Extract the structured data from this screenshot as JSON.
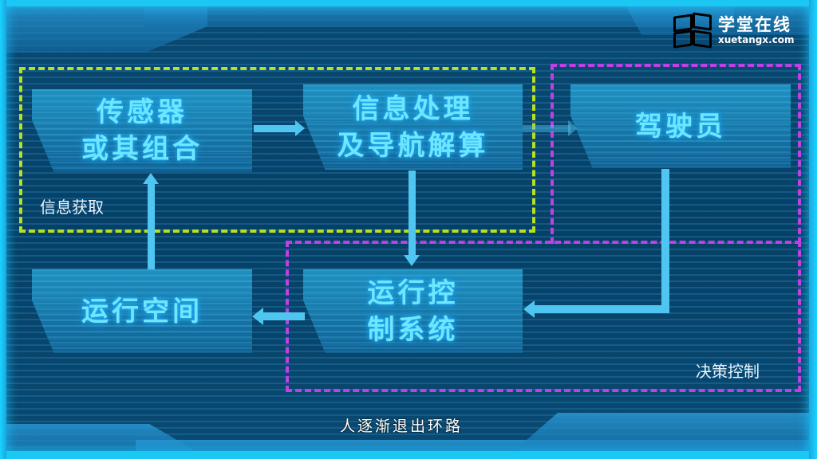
{
  "logo": {
    "name_cn": "学堂在线",
    "domain": "xuetangx.com",
    "colors": [
      "#2faa4a",
      "#f4c20d",
      "#e35a3a",
      "#3b7be6"
    ]
  },
  "groups": {
    "info_acquisition": {
      "label": "信息获取",
      "color": "#b6e021"
    },
    "decision_control": {
      "label": "决策控制",
      "color": "#c040e8"
    }
  },
  "nodes": {
    "sensor": {
      "line1": "传感器",
      "line2": "或其组合"
    },
    "processing": {
      "line1": "信息处理",
      "line2": "及导航解算"
    },
    "driver": {
      "line1": "驾驶员"
    },
    "operating_space": {
      "line1": "运行空间"
    },
    "control_system": {
      "line1": "运行控",
      "line2": "制系统"
    }
  },
  "edges": [
    {
      "from": "sensor",
      "to": "processing",
      "style": "solid"
    },
    {
      "from": "processing",
      "to": "driver",
      "style": "faded"
    },
    {
      "from": "processing",
      "to": "control_system",
      "style": "solid"
    },
    {
      "from": "driver",
      "to": "control_system",
      "style": "solid"
    },
    {
      "from": "control_system",
      "to": "operating_space",
      "style": "solid"
    },
    {
      "from": "operating_space",
      "to": "sensor",
      "style": "solid"
    }
  ],
  "subtitle": "人逐渐退出环路",
  "colors": {
    "background": "#04324f",
    "frame": "#1bc8f4",
    "node_text": "#6fe6ff",
    "arrow": "#4fc6f2"
  }
}
